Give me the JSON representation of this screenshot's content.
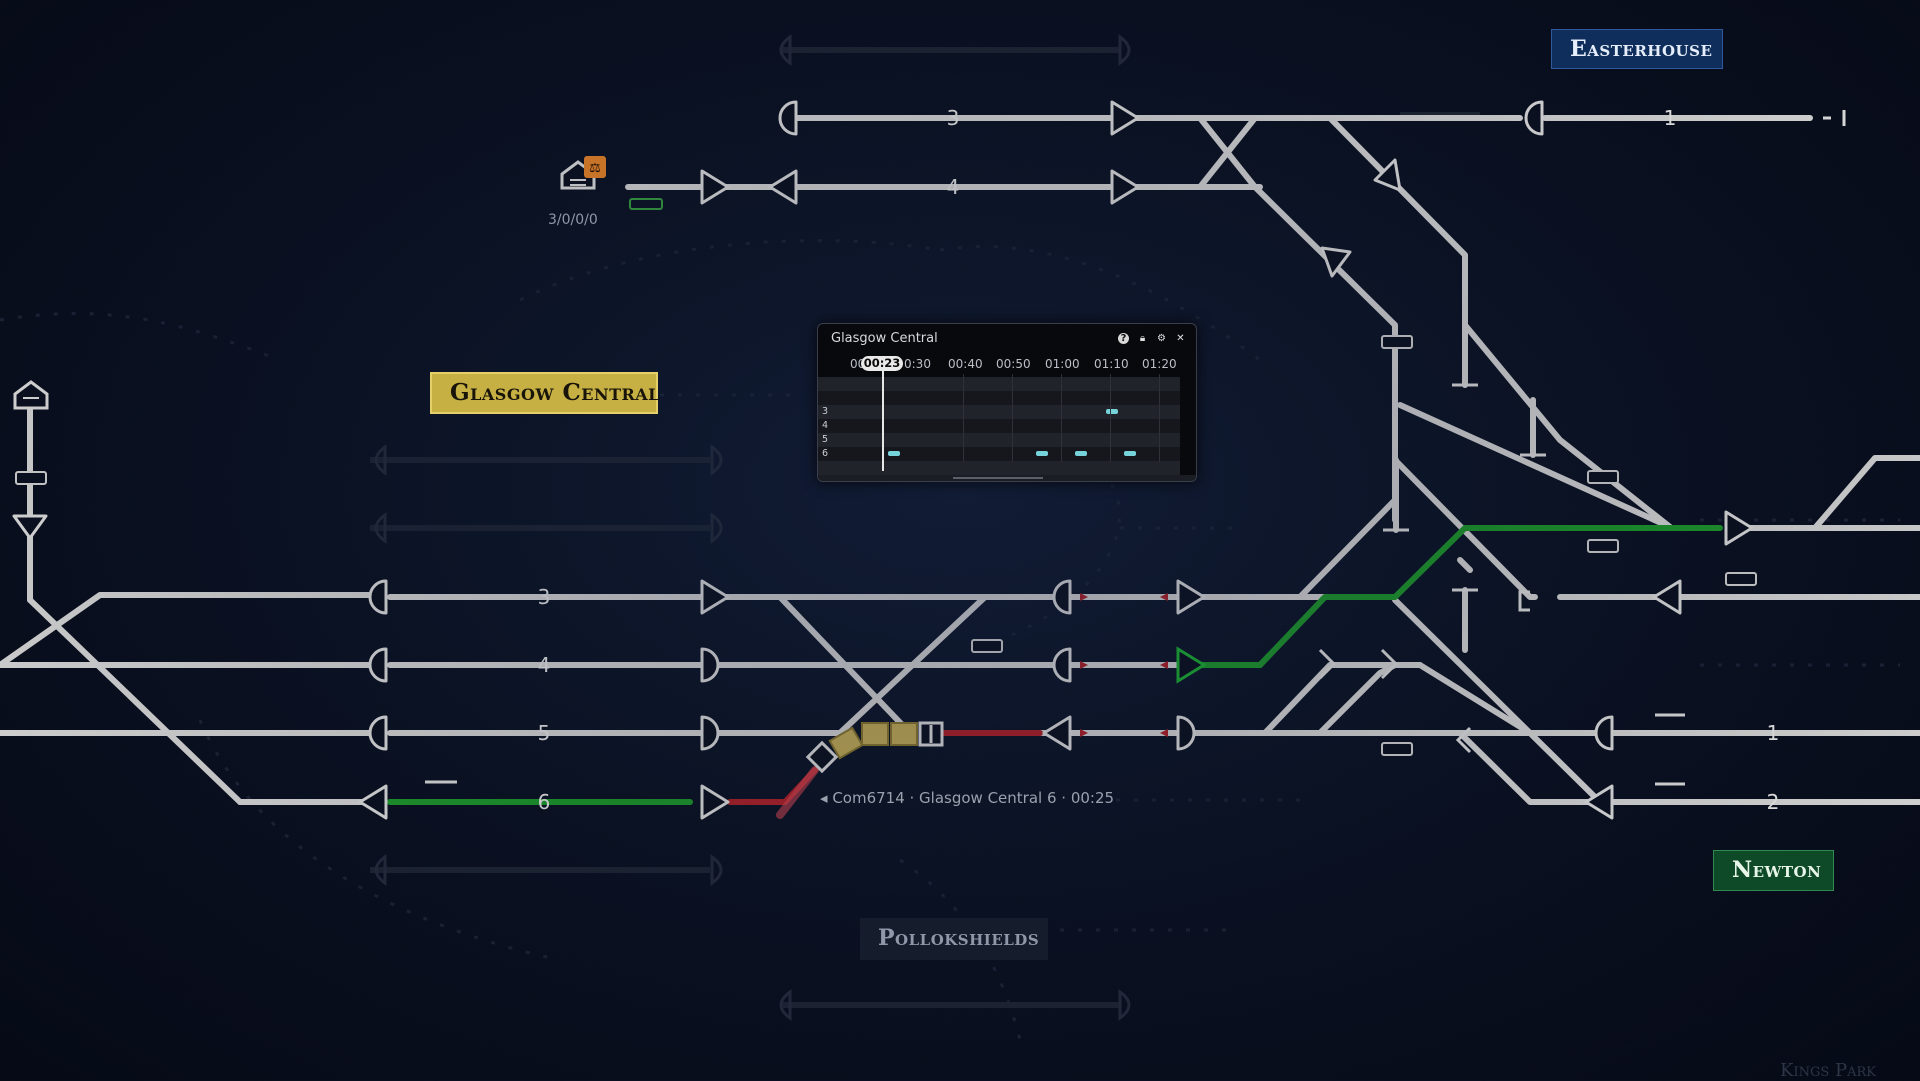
{
  "stations": {
    "easterhouse": "Easterhouse",
    "glasgow_central": "Glasgow Central",
    "newton": "Newton",
    "pollokshields": "Pollokshields",
    "kings_park": "Kings Park"
  },
  "platforms": {
    "top_3": "3",
    "top_4": "4",
    "top_right_1": "1",
    "main_3": "3",
    "main_4": "4",
    "main_5": "5",
    "main_6": "6",
    "right_1": "1",
    "right_2": "2"
  },
  "depot": {
    "counter": "3/0/0/0"
  },
  "timetable": {
    "title": "Glasgow Central",
    "now": "00:23",
    "ticks": [
      "00",
      "0:30",
      "00:40",
      "00:50",
      "01:00",
      "01:10",
      "01:20"
    ],
    "rows": [
      "",
      "",
      "3",
      "4",
      "5",
      "6",
      ""
    ]
  },
  "train": {
    "label": "Com6714 · Glasgow Central  6 · 00:25"
  },
  "colors": {
    "track": "#d9d9d9",
    "route_green": "#1e9c2c",
    "route_red": "#b3222a",
    "train": "#c9b25a",
    "timetable_block": "#77d3da"
  }
}
